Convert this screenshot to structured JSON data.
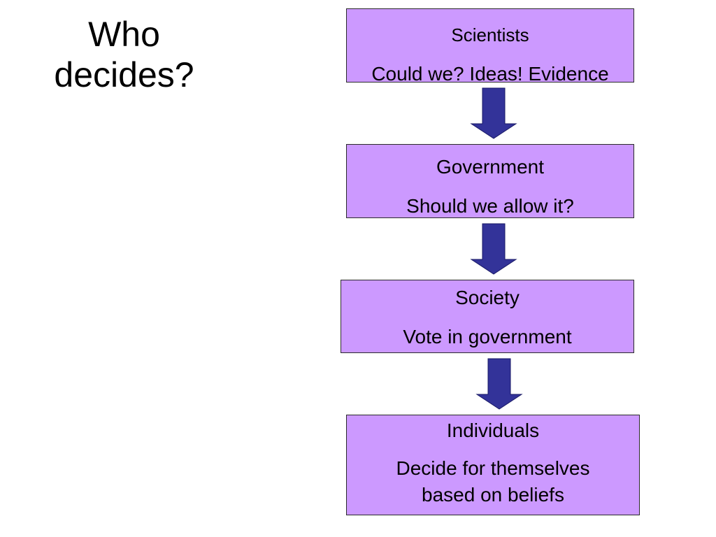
{
  "slide": {
    "title_line1": "Who",
    "title_line2": "decides?"
  },
  "colors": {
    "box_fill": "#cc99ff",
    "box_border": "#2b2b2b",
    "arrow_fill": "#333399",
    "arrow_stroke": "#1a1a66"
  },
  "flow": {
    "steps": [
      {
        "heading": "Scientists",
        "body": "Could we? Ideas! Evidence"
      },
      {
        "heading": "Government",
        "body": "Should we allow it?"
      },
      {
        "heading": "Society",
        "body": "Vote in government"
      },
      {
        "heading": "Individuals",
        "body_line1": "Decide for themselves",
        "body_line2": "based on beliefs"
      }
    ]
  }
}
